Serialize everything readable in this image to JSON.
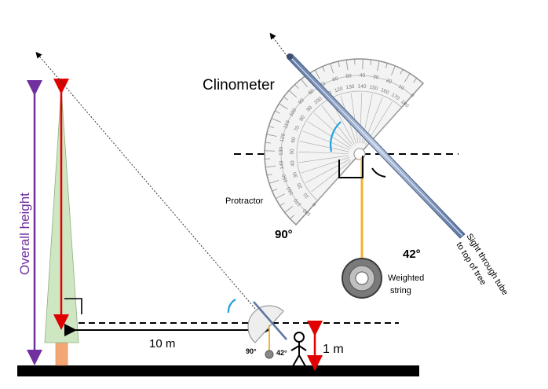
{
  "labels": {
    "title": "Clinometer",
    "protractor": "Protractor",
    "weighted_line1": "Weighted",
    "weighted_line2": "string",
    "angle_90_big": "90°",
    "angle_42_big": "42°",
    "angle_90_small": "90°",
    "angle_42_small": "42°",
    "sight_line1": "Sight through tube",
    "sight_line2": "to top of tree",
    "overall_height": "Overall height",
    "distance": "10 m",
    "eye_height": "1 m"
  },
  "colors": {
    "tree_green": "#cfe6c2",
    "trunk": "#f4a675",
    "height_arrow": "#7030a0",
    "red_arrow": "#e00000",
    "blue_arc": "#1fa1e0",
    "plumb_line": "#f2b233",
    "tube": "#8aa0c4",
    "ground": "#000000"
  },
  "protractor_scale": {
    "outer_numbers": [
      "0",
      "10",
      "20",
      "30",
      "40",
      "50",
      "60",
      "70",
      "80",
      "90",
      "100",
      "110",
      "120",
      "130",
      "140",
      "150",
      "160",
      "170",
      "180"
    ],
    "inner_numbers": [
      "180",
      "170",
      "160",
      "150",
      "140",
      "130",
      "120",
      "110",
      "100",
      "90",
      "80",
      "70",
      "60",
      "50",
      "40",
      "30",
      "20",
      "10",
      "0"
    ]
  }
}
